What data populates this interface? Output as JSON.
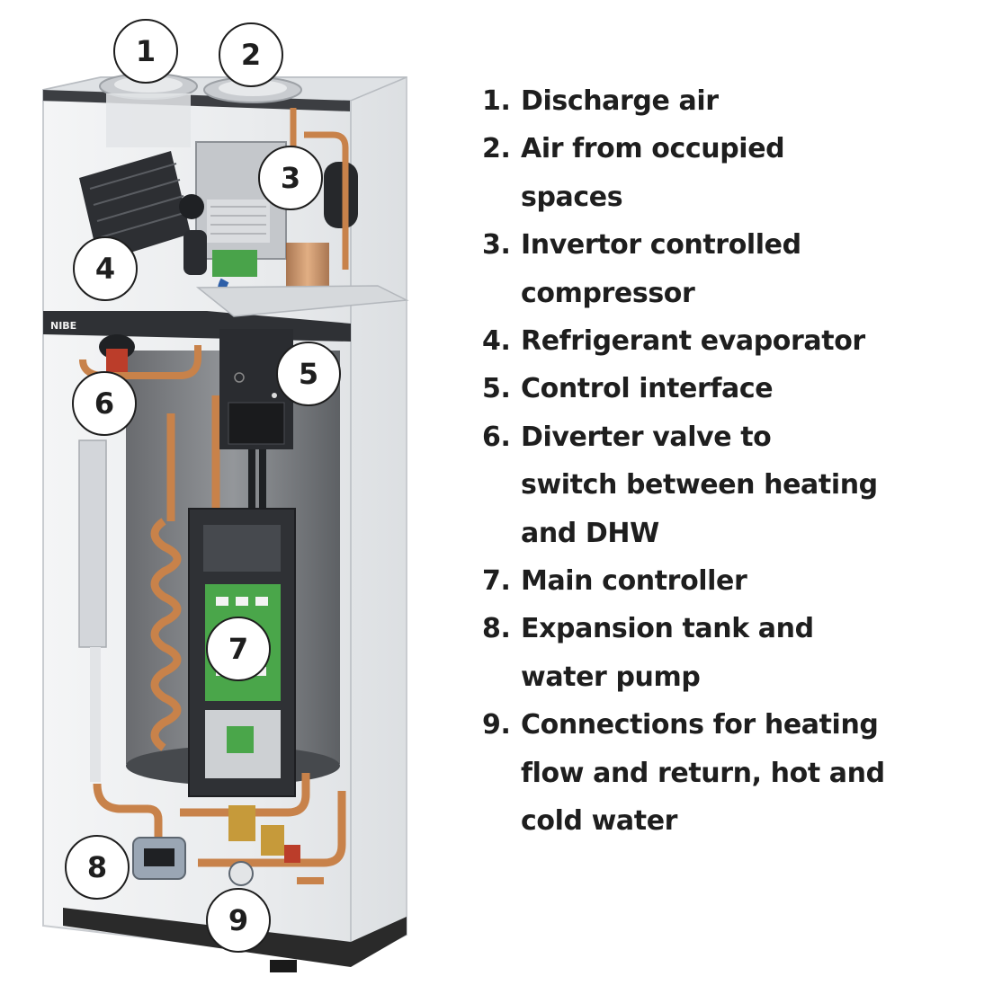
{
  "callouts": [
    "1",
    "2",
    "3",
    "4",
    "5",
    "6",
    "7",
    "8",
    "9"
  ],
  "legend": [
    {
      "num": "1.",
      "text": "Discharge air"
    },
    {
      "num": "2.",
      "text": "Air from occupied\nspaces"
    },
    {
      "num": "3.",
      "text": "Invertor controlled\ncompressor"
    },
    {
      "num": "4.",
      "text": "Refrigerant evaporator"
    },
    {
      "num": "5.",
      "text": "Control interface"
    },
    {
      "num": "6.",
      "text": "Diverter valve to\nswitch between heating\nand DHW"
    },
    {
      "num": "7.",
      "text": "Main controller"
    },
    {
      "num": "8.",
      "text": "Expansion tank and\nwater pump"
    },
    {
      "num": "9.",
      "text": "Connections for heating\nflow and return, hot and\ncold water"
    }
  ],
  "brand_mark": "NIBE",
  "colors": {
    "text": "#1e1e1e",
    "copper": "#c8824a",
    "pcb_green": "#4aa64a",
    "housing": "#eef0f2",
    "plinth": "#2a2a2a"
  }
}
